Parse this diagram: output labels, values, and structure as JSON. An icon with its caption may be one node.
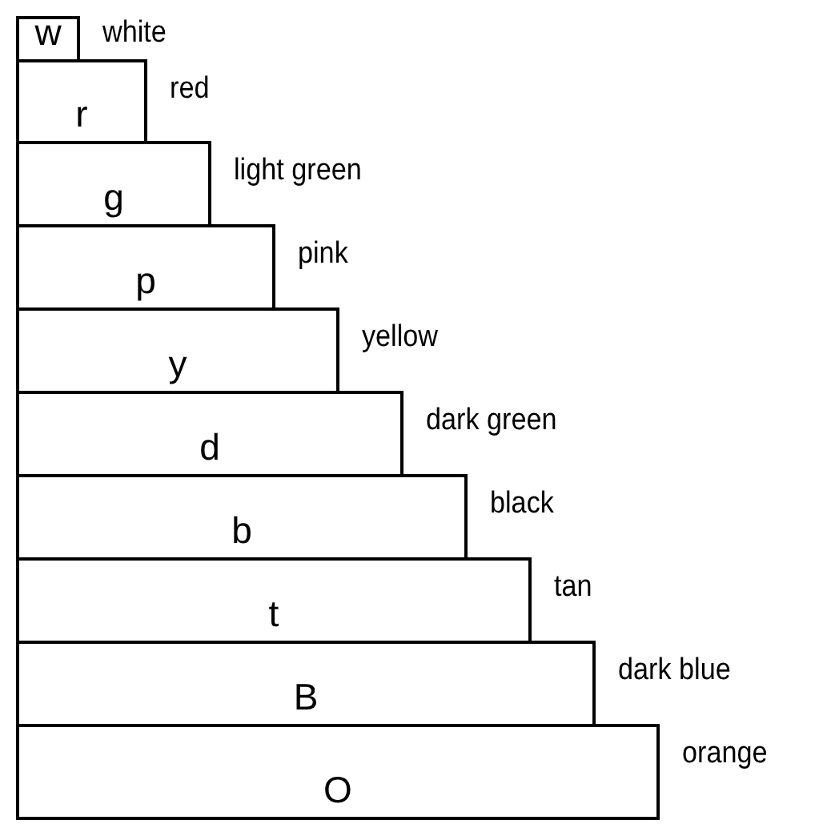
{
  "diagram": {
    "nodes": [
      {
        "text": [
          "w"
        ],
        "beside": [
          "white"
        ]
      },
      {
        "text": [
          "r"
        ],
        "beside": [
          "red"
        ]
      },
      {
        "text": [
          "g"
        ],
        "beside": [
          "light green"
        ]
      },
      {
        "text": [
          "p"
        ],
        "beside": [
          "pink"
        ]
      },
      {
        "text": [
          "y"
        ],
        "beside": [
          "yellow"
        ]
      },
      {
        "text": [
          "d"
        ],
        "beside": [
          "dark green"
        ]
      },
      {
        "text": [
          "b"
        ],
        "beside": [
          "black"
        ]
      },
      {
        "text": [
          "t"
        ],
        "beside": [
          "tan"
        ]
      },
      {
        "text": [
          "B"
        ],
        "beside": [
          "dark blue"
        ]
      },
      {
        "text": [
          "O"
        ],
        "beside": [
          "orange"
        ]
      }
    ]
  }
}
